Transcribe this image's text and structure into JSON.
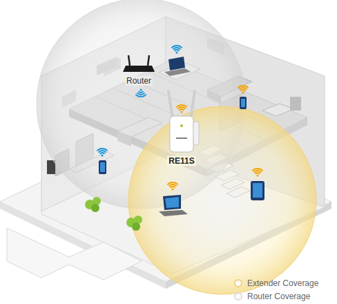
{
  "diagram": {
    "labels": [
      "Router",
      "RE11S"
    ],
    "legend": [
      {
        "text": "Extender Coverage",
        "color": "#f2d27b"
      },
      {
        "text": "Router Coverage",
        "color": "#dcdcdc"
      }
    ]
  }
}
